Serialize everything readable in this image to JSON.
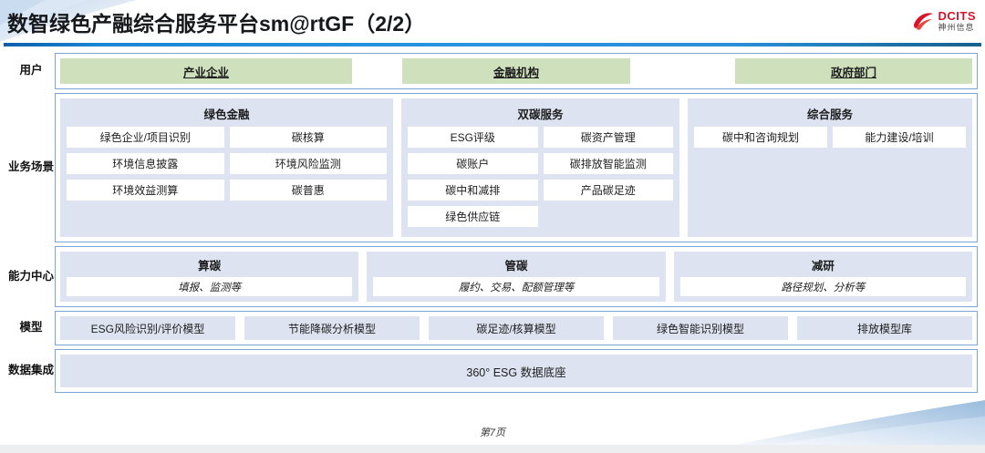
{
  "header": {
    "title": "数智绿色产融综合服务平台sm@rtGF（2/2）",
    "logo_en": "DCITS",
    "logo_cn": "神州信息",
    "brand_red": "#d7142b",
    "rule_blue": "#1b86d6"
  },
  "rows": {
    "users": {
      "label": "用户",
      "items": [
        "产业企业",
        "金融机构",
        "政府部门"
      ],
      "box_color": "#cfe0bd"
    },
    "scenarios": {
      "label": "业务场景",
      "columns": [
        {
          "head": "绿色金融",
          "cells": [
            "绿色企业/项目识别",
            "碳核算",
            "环境信息披露",
            "环境风险监测",
            "环境效益测算",
            "碳普惠"
          ]
        },
        {
          "head": "双碳服务",
          "cells": [
            "ESG评级",
            "碳资产管理",
            "碳账户",
            "碳排放智能监测",
            "碳中和减排",
            "产品碳足迹",
            "绿色供应链"
          ]
        },
        {
          "head": "综合服务",
          "cells": [
            "碳中和咨询规划",
            "能力建设/培训"
          ]
        }
      ],
      "panel_color": "#dde3f0"
    },
    "capability": {
      "label": "能力中心",
      "columns": [
        {
          "head": "算碳",
          "sub": "填报、监测等"
        },
        {
          "head": "管碳",
          "sub": "履约、交易、配额管理等"
        },
        {
          "head": "减研",
          "sub": "路径规划、分析等"
        }
      ]
    },
    "models": {
      "label": "模型",
      "items": [
        "ESG风险识别/评价模型",
        "节能降碳分析模型",
        "碳足迹/核算模型",
        "绿色智能识别模型",
        "排放模型库"
      ]
    },
    "data": {
      "label": "数据集成",
      "text": "360° ESG 数据底座"
    }
  },
  "footer": {
    "page": "第7页"
  }
}
